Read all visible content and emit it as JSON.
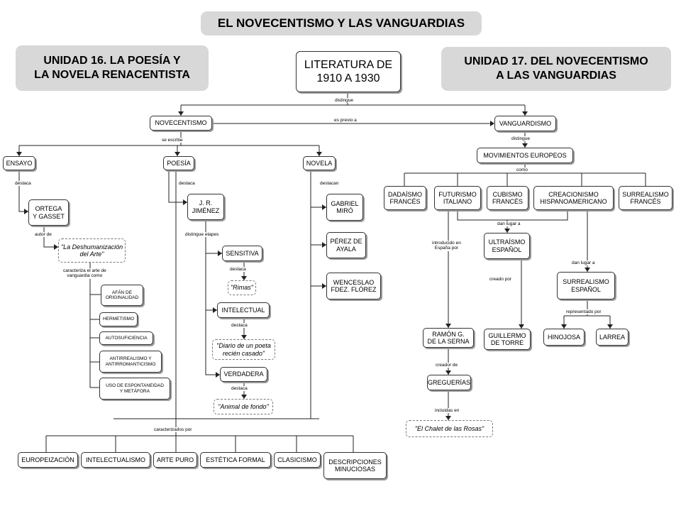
{
  "title": "EL NOVECENTISMO Y LAS VANGUARDIAS",
  "unit16": "UNIDAD 16. LA POESÍA Y\nLA NOVELA RENACENTISTA",
  "unit17": "UNIDAD 17. DEL NOVECENTISMO\nA  LAS VANGUARDIAS",
  "nodes": {
    "root": "LITERATURA DE\n1910 A 1930",
    "novecentismo": "NOVECENTISMO",
    "vanguardismo": "VANGUARDISMO",
    "ensayo": "ENSAYO",
    "poesia": "POESÍA",
    "novela": "NOVELA",
    "ortega": "ORTEGA\nY GASSET",
    "deshumanizacion": "\"La Deshumanización\ndel Arte\"",
    "afan": "AFÁN DE\nORIGINALIDAD",
    "hermetismo": "HERMETISMO",
    "autosuficiencia": "AUTOSUFICIENCIA",
    "antirrealismo": "ANTIRREALISMO Y\nANTIRROMANTICISMO",
    "uso": "USO DE ESPONTANEIDAD\nY METÁFORA",
    "jrj": "J. R.\nJIMÉNEZ",
    "sensitiva": "SENSITIVA",
    "rimas": "\"Rimas\"",
    "intelectual": "INTELECTUAL",
    "diario": "\"Diario  de un poeta\nrecién casado\"",
    "verdadera": "VERDADERA",
    "animal": "\"Animal de fondo\"",
    "gabriel": "GABRIEL\nMIRÓ",
    "perez": "PÉREZ DE\nAYALA",
    "wenceslao": "WENCESLAO\nFDEZ. FLÓREZ",
    "movimientos": "MOVIMIENTOS EUROPEOS",
    "dadaismo": "DADAÍSMO\nFRANCÉS",
    "futurismo": "FUTURISMO\nITALIANO",
    "cubismo": "CUBISMO\nFRANCÉS",
    "creacionismo": "CREACIONISMO\nHISPANOAMERICANO",
    "surrealismo_fr": "SURREALISMO\nFRANCÉS",
    "ultraismo": "ULTRAÍSMO\nESPAÑOL",
    "surrealismo_es": "SURREALISMO\nESPAÑOL",
    "ramon": "RAMÓN G.\nDE LA SERNA",
    "guillermo": "GUILLERMO\nDE TORRE",
    "hinojosa": "HINOJOSA",
    "larrea": "LARREA",
    "greguerias": "GREGUERÍAS",
    "chalet": "\"El Chalet de las Rosas\"",
    "europeizacion": "EUROPEIZACIÓN",
    "intelectualismo": "INTELECTUALISMO",
    "arte_puro": "ARTE PURO",
    "estetica": "ESTÉTICA FORMAL",
    "clasicismo": "CLASICISMO",
    "descripciones": "DESCRIPCIONES\nMINUCIOSAS"
  },
  "labels": {
    "distingue": "distingue",
    "es_previo": "es previo a",
    "se_escribe": "se escribe",
    "distingue2": "distingue",
    "como": "como",
    "destaca_ensayo": "destaca",
    "destaca_poesia": "destaca",
    "destacan_novela": "destacan",
    "autor_de": "autor de",
    "caracteriza": "caracteriza el arte de\nvanguardia  como",
    "distingue_etapes": "distingue etapes",
    "destaca_s": "destaca",
    "destaca_i": "destaca",
    "destaca_v": "destaca",
    "caracterizados": "caracterizados por",
    "dan_lugar_a": "dan lugar a",
    "dan_lugar_a2": "dan lugar a",
    "introducido": "introducido en\nEspaña por",
    "creado_por": "creado por",
    "representado": "representado por",
    "creador_de": "creador de",
    "incluidas_en": "incluidas en"
  }
}
